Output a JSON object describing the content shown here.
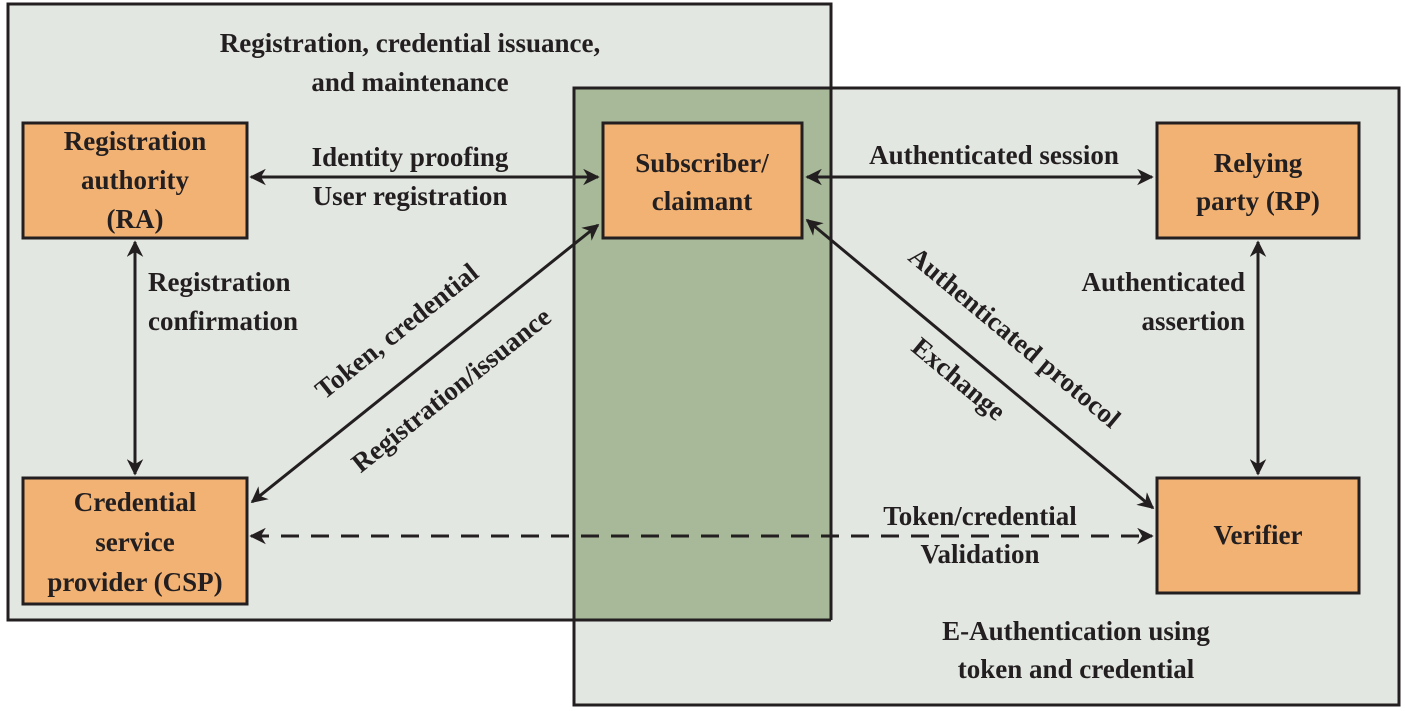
{
  "colors": {
    "region_bg": "#e3e7e2",
    "overlap_bg": "#a8b999",
    "box_fill": "#f2b274",
    "stroke": "#231f20"
  },
  "regions": {
    "registration": {
      "line1": "Registration, credential issuance,",
      "line2": "and maintenance"
    },
    "eauth": {
      "line1": "E-Authentication using",
      "line2": "token and credential"
    }
  },
  "boxes": {
    "ra": {
      "line1": "Registration",
      "line2": "authority",
      "line3": "(RA)"
    },
    "csp": {
      "line1": "Credential",
      "line2": "service",
      "line3": "provider (CSP)"
    },
    "subscriber": {
      "line1": "Subscriber/",
      "line2": "claimant"
    },
    "rp": {
      "line1": "Relying",
      "line2": "party (RP)"
    },
    "verifier": {
      "line1": "Verifier"
    }
  },
  "edges": {
    "ra_subscriber": {
      "line1": "Identity proofing",
      "line2": "User registration"
    },
    "ra_csp": {
      "line1": "Registration",
      "line2": "confirmation"
    },
    "csp_subscriber": {
      "line1": "Token, credential",
      "line2": "Registration/issuance"
    },
    "subscriber_rp": {
      "line1": "Authenticated session"
    },
    "subscriber_verifier": {
      "line1": "Authenticated protocol",
      "line2": "Exchange"
    },
    "rp_verifier": {
      "line1": "Authenticated",
      "line2": "assertion"
    },
    "csp_verifier": {
      "line1": "Token/credential",
      "line2": "Validation"
    }
  }
}
